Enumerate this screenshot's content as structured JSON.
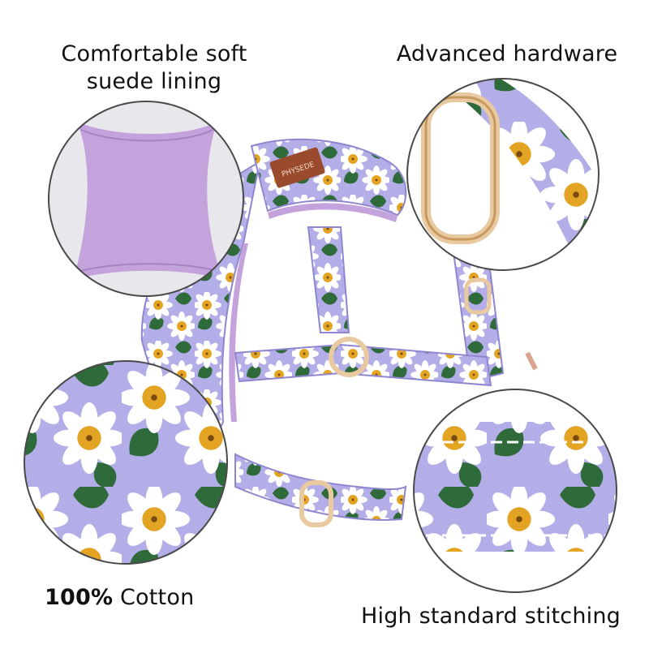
{
  "captions": {
    "suede_line1": "Comfortable soft",
    "suede_line2": "suede lining",
    "hardware": "Advanced hardware",
    "cotton_bold": "100%",
    "cotton_rest": " Cotton",
    "stitching": "High standard stitching"
  },
  "brand_tag": "PHYSEDE",
  "colors": {
    "fabric_lavender": "#b4aee8",
    "petal_white": "#ffffff",
    "flower_center": "#e3a423",
    "leaf_green": "#2f6b3a",
    "suede_lilac": "#c4a3dc",
    "hardware_gold": "#e8c9a0",
    "tag_brown": "#9a4b2d"
  }
}
